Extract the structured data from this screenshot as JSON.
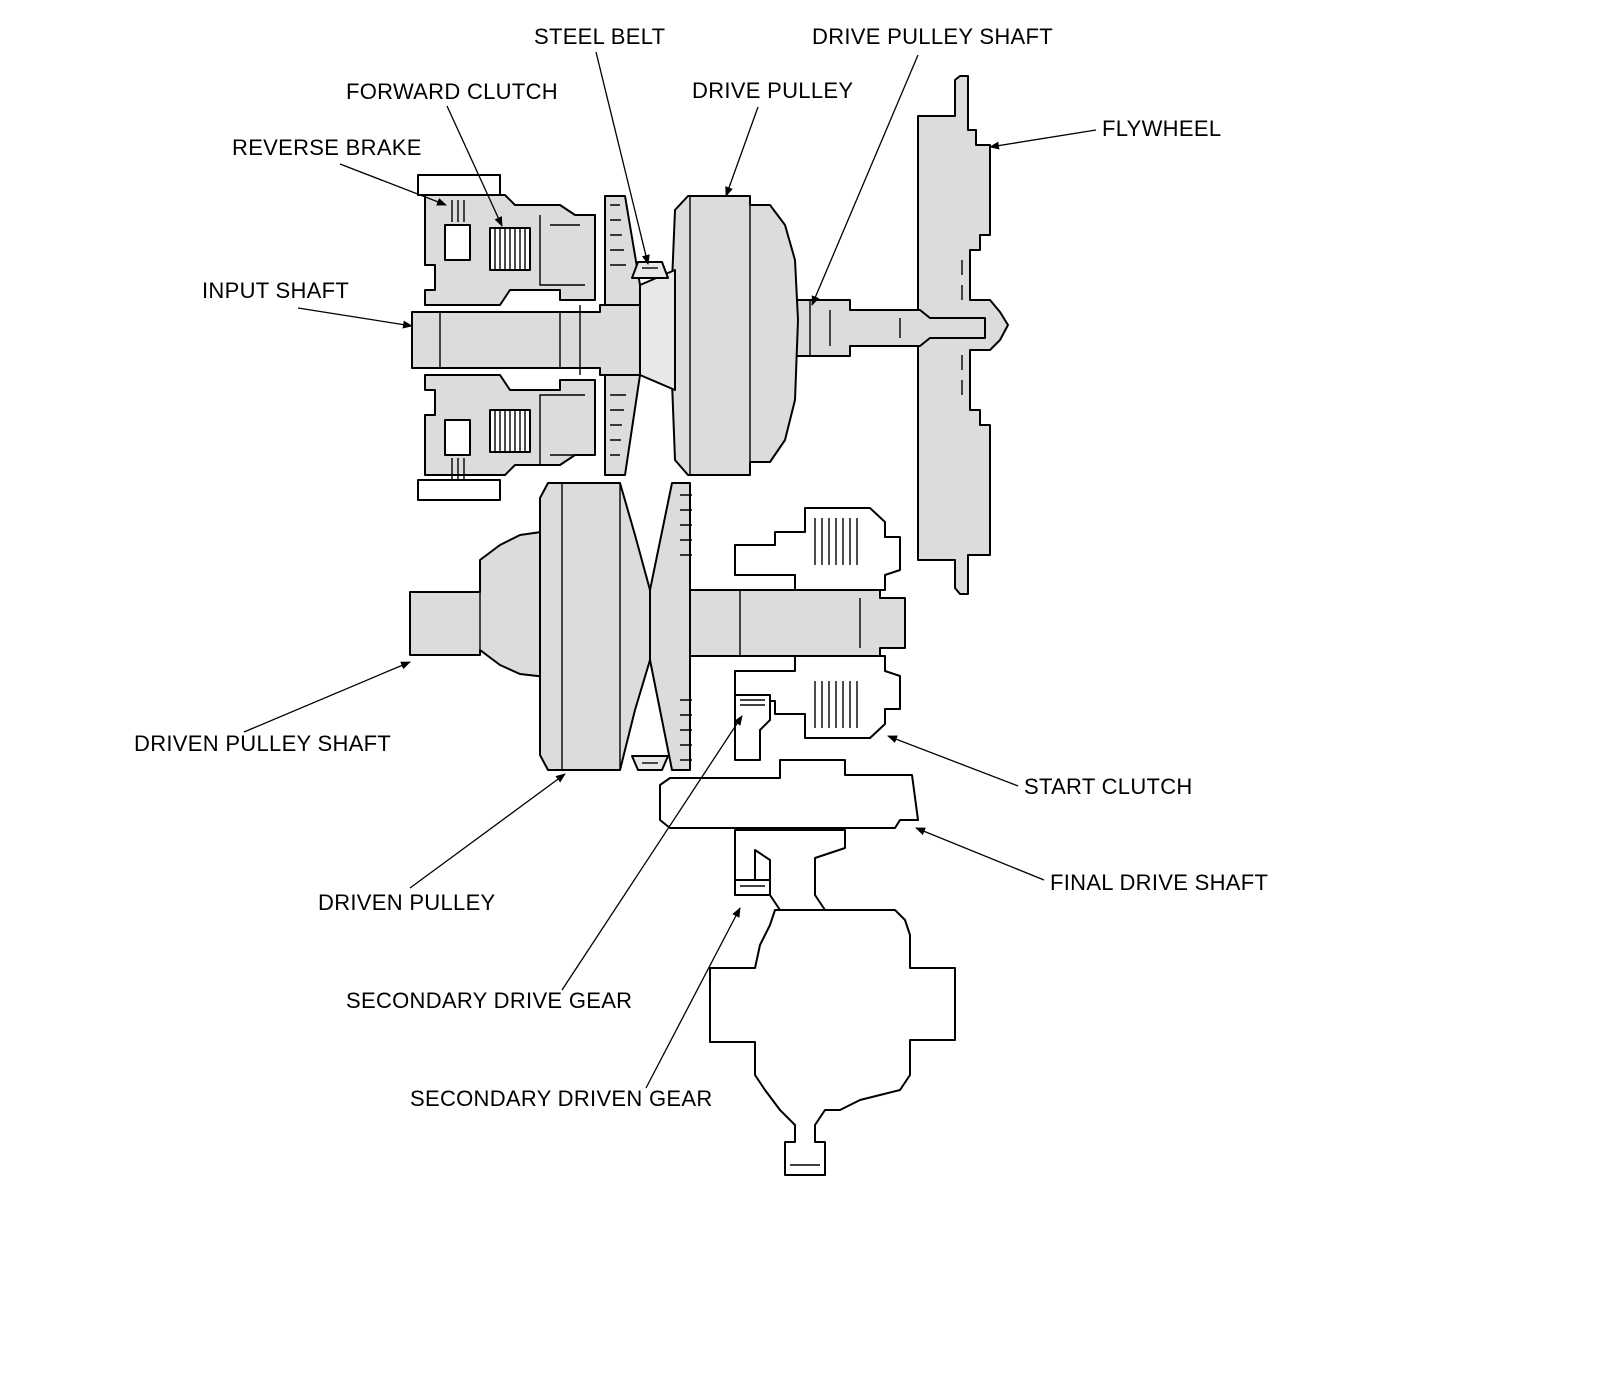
{
  "labels": {
    "steel_belt": "STEEL BELT",
    "drive_pulley_shaft": "DRIVE PULLEY SHAFT",
    "forward_clutch": "FORWARD CLUTCH",
    "drive_pulley": "DRIVE PULLEY",
    "flywheel": "FLYWHEEL",
    "reverse_brake": "REVERSE BRAKE",
    "input_shaft": "INPUT SHAFT",
    "driven_pulley_shaft": "DRIVEN PULLEY SHAFT",
    "start_clutch": "START CLUTCH",
    "driven_pulley": "DRIVEN PULLEY",
    "final_drive_shaft": "FINAL DRIVE SHAFT",
    "secondary_drive_gear": "SECONDARY DRIVE GEAR",
    "secondary_driven_gear": "SECONDARY DRIVEN GEAR"
  },
  "colors": {
    "part_fill": "#dcdcdc",
    "line": "#000000",
    "background": "#ffffff"
  }
}
